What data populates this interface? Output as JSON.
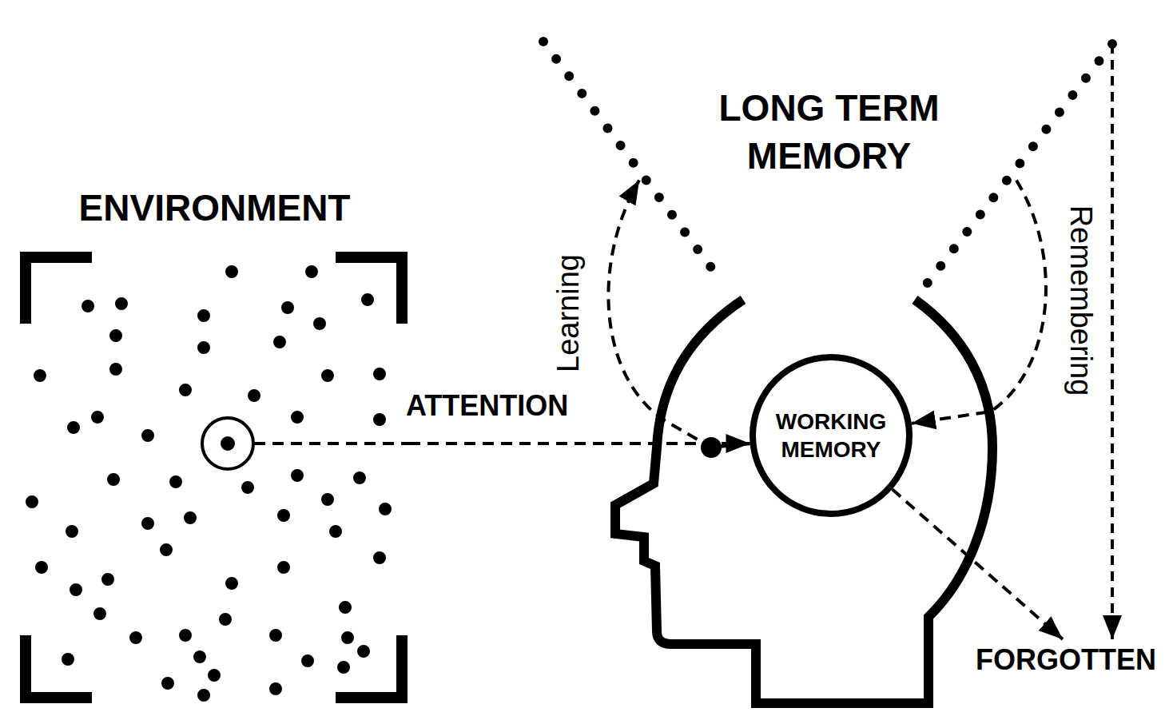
{
  "diagram": {
    "nodes": [
      {
        "text": [
          "ENVIRONMENT"
        ]
      },
      {
        "text": [
          "LONG TERM MEMORY"
        ]
      },
      {
        "text": [
          "WORKING MEMORY"
        ]
      },
      {
        "text": [
          "FORGOTTEN"
        ]
      }
    ],
    "edges": [
      {
        "from": 0,
        "to": 2,
        "label": "ATTENTION",
        "arrow": "to"
      },
      {
        "from": 2,
        "to": 1,
        "label": "Learning",
        "arrow": "to"
      },
      {
        "from": 1,
        "to": 2,
        "label": "Remembering",
        "arrow": "to"
      },
      {
        "from": 2,
        "to": 3,
        "arrow": "to"
      },
      {
        "from": 1,
        "to": 3,
        "arrow": "to"
      }
    ]
  }
}
